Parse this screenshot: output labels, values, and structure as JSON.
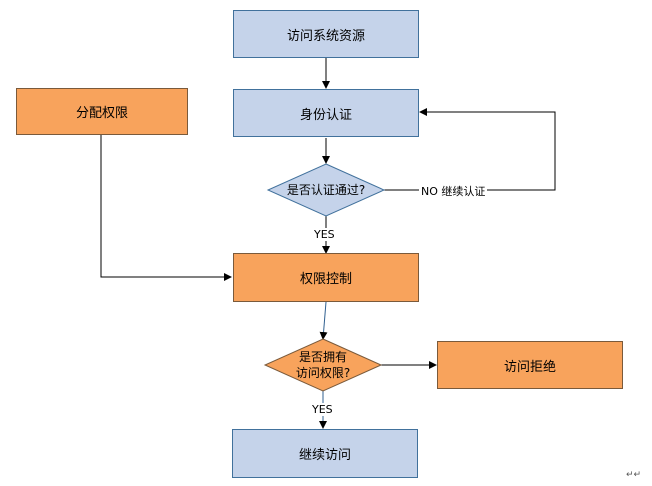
{
  "nodes": {
    "access": "访问系统资源",
    "identity": "身份认证",
    "auth_check": "是否认证通过?",
    "assign": "分配权限",
    "perm_control": "权限控制",
    "has_perm_line1": "是否拥有",
    "has_perm_line2": "访问权限?",
    "deny": "访问拒绝",
    "continue": "继续访问"
  },
  "edges": {
    "no_retry": "NO 继续认证",
    "yes1": "YES",
    "yes2": "YES"
  },
  "footer_mark": "↵↵",
  "colors": {
    "blue_fill": "#c5d3ea",
    "orange_fill": "#f8a35c",
    "stroke": "#41719c"
  }
}
